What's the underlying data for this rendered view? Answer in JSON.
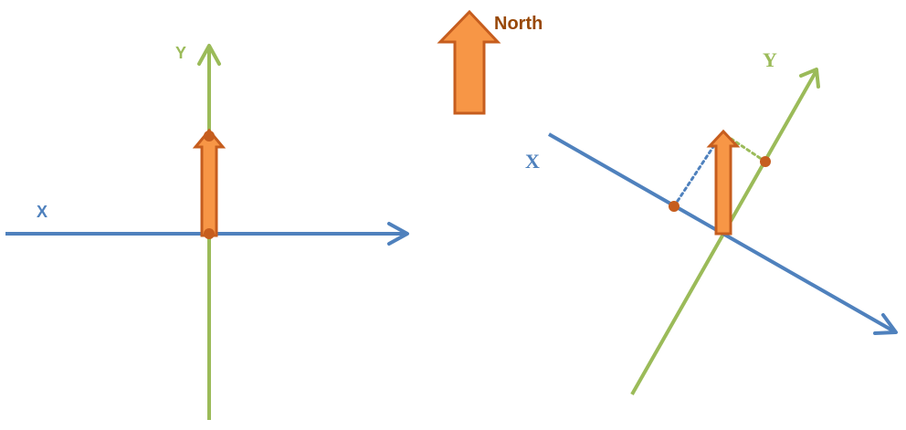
{
  "labels": {
    "north": "North",
    "left_x": "X",
    "left_y": "Y",
    "right_x": "X",
    "right_y": "Y"
  },
  "colors": {
    "x_axis": "#4f81bd",
    "y_axis": "#9bbb59",
    "arrow_fill": "#f79646",
    "arrow_stroke": "#c0504d",
    "arrow_outline": "#c65d1e",
    "point": "#c65d1e",
    "north_text": "#984807",
    "background": "#ffffff"
  }
}
